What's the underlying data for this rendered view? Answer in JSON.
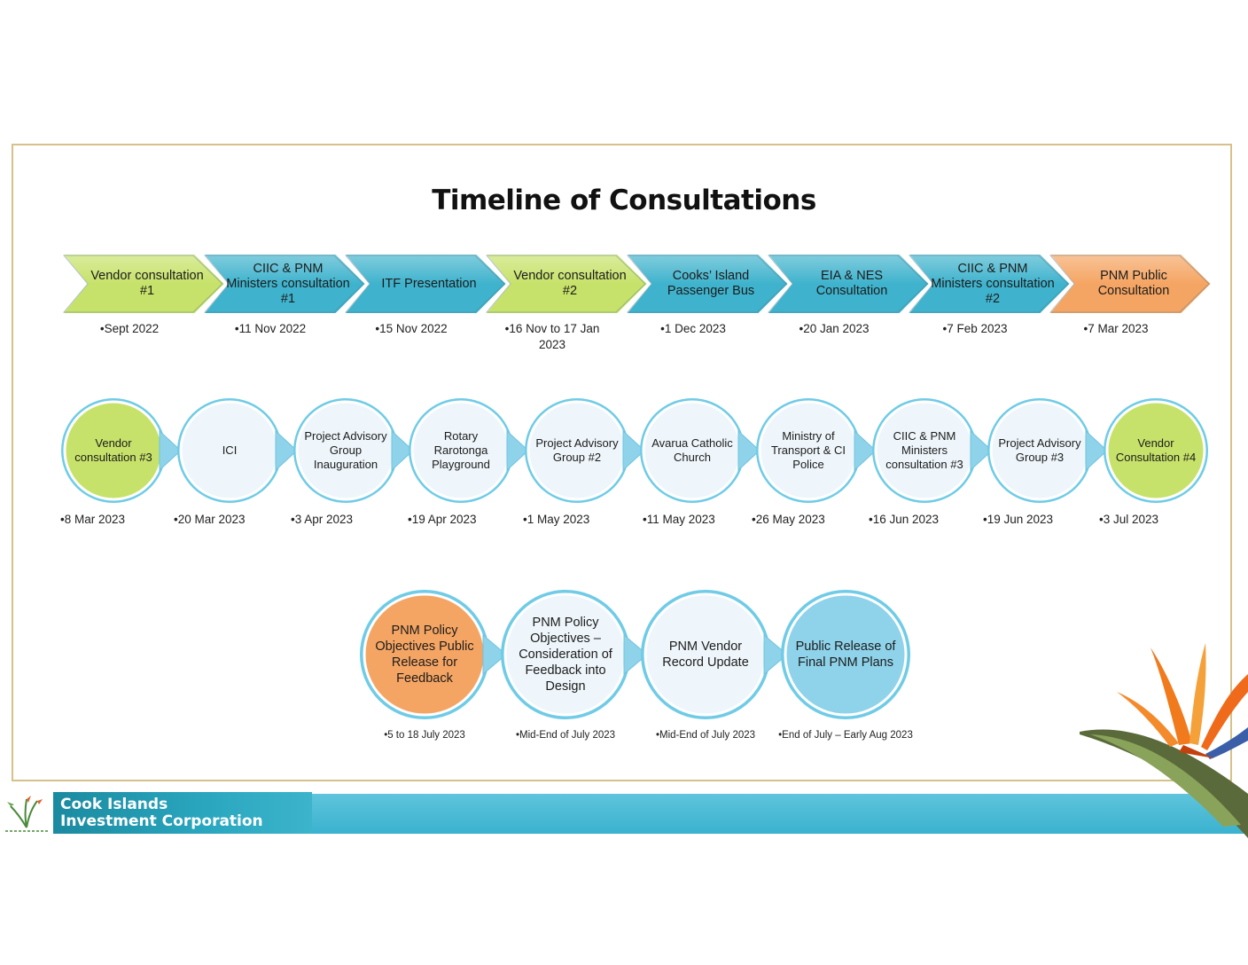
{
  "title": "Timeline of Consultations",
  "colors": {
    "green": "#c7e26a",
    "blue": "#3fb3cd",
    "orange": "#f5a563",
    "pale": "#eef6fb",
    "lightblue": "#8fd3ea"
  },
  "row1": [
    {
      "label": "Vendor consultation #1",
      "date": "•Sept 2022",
      "color": "green"
    },
    {
      "label": "CIIC & PNM Ministers consultation #1",
      "date": "•11 Nov 2022",
      "color": "blue"
    },
    {
      "label": "ITF Presentation",
      "date": "•15 Nov 2022",
      "color": "blue"
    },
    {
      "label": "Vendor consultation #2",
      "date": "•16 Nov to 17 Jan 2023",
      "color": "green"
    },
    {
      "label": "Cooks’ Island Passenger Bus",
      "date": "•1 Dec 2023",
      "color": "blue"
    },
    {
      "label": "EIA & NES Consultation",
      "date": "•20 Jan 2023",
      "color": "blue"
    },
    {
      "label": "CIIC & PNM Ministers consultation #2",
      "date": "•7 Feb 2023",
      "color": "blue"
    },
    {
      "label": "PNM Public Consultation",
      "date": "•7 Mar 2023",
      "color": "orange"
    }
  ],
  "row2": [
    {
      "label": "Vendor consultation #3",
      "date": "•8 Mar 2023",
      "color": "green"
    },
    {
      "label": "ICI",
      "date": "•20 Mar 2023",
      "color": "pale"
    },
    {
      "label": "Project Advisory Group Inauguration",
      "date": "•3 Apr 2023",
      "color": "pale"
    },
    {
      "label": "Rotary Rarotonga Playground",
      "date": "•19 Apr 2023",
      "color": "pale"
    },
    {
      "label": "Project Advisory Group #2",
      "date": "•1 May 2023",
      "color": "pale"
    },
    {
      "label": "Avarua Catholic Church",
      "date": "•11 May 2023",
      "color": "pale"
    },
    {
      "label": "Ministry of Transport & CI Police",
      "date": "•26 May 2023",
      "color": "pale"
    },
    {
      "label": "CIIC & PNM Ministers consultation #3",
      "date": "•16 Jun 2023",
      "color": "pale"
    },
    {
      "label": "Project Advisory Group #3",
      "date": "•19 Jun 2023",
      "color": "pale"
    },
    {
      "label": "Vendor Consultation #4",
      "date": "•3 Jul 2023",
      "color": "green"
    }
  ],
  "row3": [
    {
      "label": "PNM Policy Objectives Public Release for Feedback",
      "date": "•5 to 18 July 2023",
      "color": "orange"
    },
    {
      "label": "PNM Policy Objectives – Consideration of Feedback into Design",
      "date": "•Mid-End of July 2023",
      "color": "pale"
    },
    {
      "label": "PNM Vendor Record Update",
      "date": "•Mid-End of July 2023",
      "color": "pale"
    },
    {
      "label": "Public Release of Final PNM Plans",
      "date": "•End of July – Early Aug 2023",
      "color": "lightblue"
    }
  ],
  "footer": {
    "brand_line1": "Cook Islands",
    "brand_line2": "Investment Corporation"
  }
}
